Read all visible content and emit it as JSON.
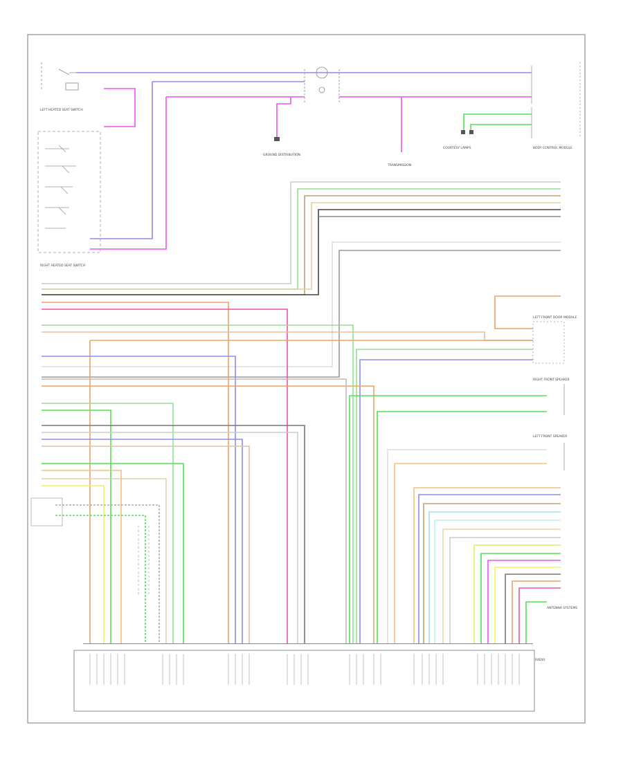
{
  "diagram": {
    "page_code": "",
    "labels": {
      "left_heated_seat_switch": "LEFT HEATED SEAT SWITCH",
      "right_heated_seat_switch": "RIGHT HEATED SEAT SWITCH",
      "ground_distribution": "GROUND DISTRIBUTION",
      "transmission": "TRANSMISSION",
      "body_control_module": "BODY CONTROL MODULE",
      "left_front_door_module": "LEFT FRONT DOOR MODULE",
      "right_front_speaker": "RIGHT FRONT SPEAKER",
      "left_front_speaker": "LEFT FRONT SPEAKER",
      "radio": "RADIO",
      "courtesy_lamps": "COURTESY LAMPS",
      "antenna_systems": "ANTENNA SYSTEMS"
    }
  }
}
